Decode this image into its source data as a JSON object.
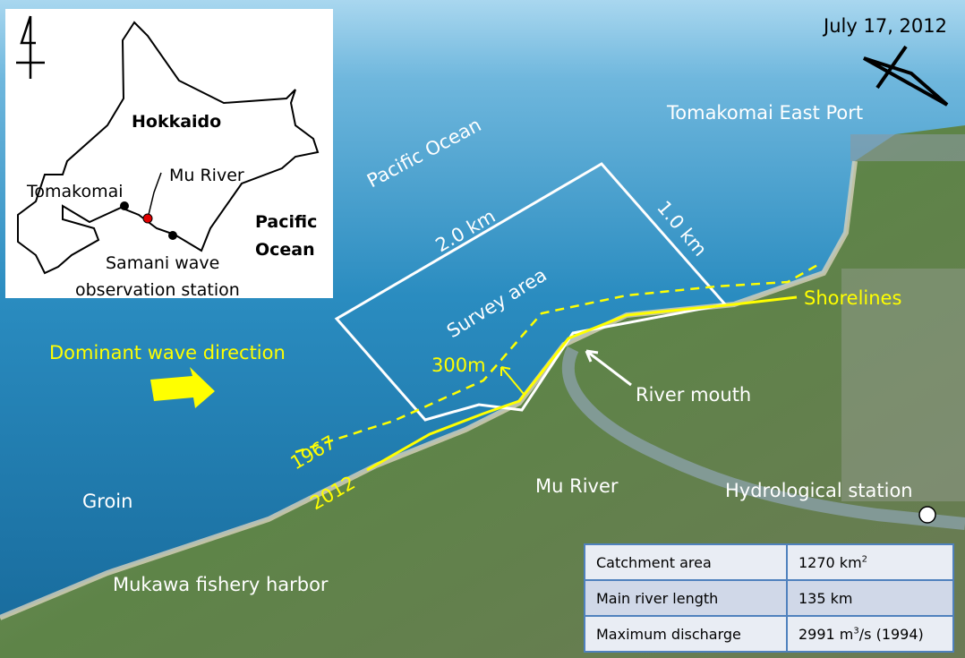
{
  "date": "July 17, 2012",
  "inset_map": {
    "region": "Hokkaido",
    "ocean": [
      "Pacific",
      "Ocean"
    ],
    "mu_river": "Mu River",
    "tomakomai": "Tomakomai",
    "samani": [
      "Samani wave",
      "observation station"
    ]
  },
  "photo_labels": {
    "pacific_ocean": "Pacific Ocean",
    "tomakomai_port": "Tomakomai East Port",
    "side_long": "2.0 km",
    "side_short": "1.0 km",
    "survey_area": "Survey area",
    "shorelines": "Shorelines",
    "wave_direction": "Dominant wave direction",
    "distance": "300m",
    "river_mouth": "River mouth",
    "year_old": "1967",
    "year_new": "2012",
    "groin": "Groin",
    "mu_river": "Mu River",
    "hydro_station": "Hydrological station",
    "harbor": "Mukawa fishery harbor"
  },
  "info_table": [
    {
      "label": "Catchment area",
      "value": "1270 km",
      "sup": "2",
      "suffix": ""
    },
    {
      "label": "Main river length",
      "value": "135 km",
      "sup": "",
      "suffix": ""
    },
    {
      "label": "Maximum discharge",
      "value": "2991 m",
      "sup": "3",
      "suffix": "/s (1994)"
    }
  ],
  "colors": {
    "annotation": "#ffff00",
    "ocean": "#1e7fb5",
    "land": "#5f8a4a",
    "table_border": "#4f81bd"
  }
}
